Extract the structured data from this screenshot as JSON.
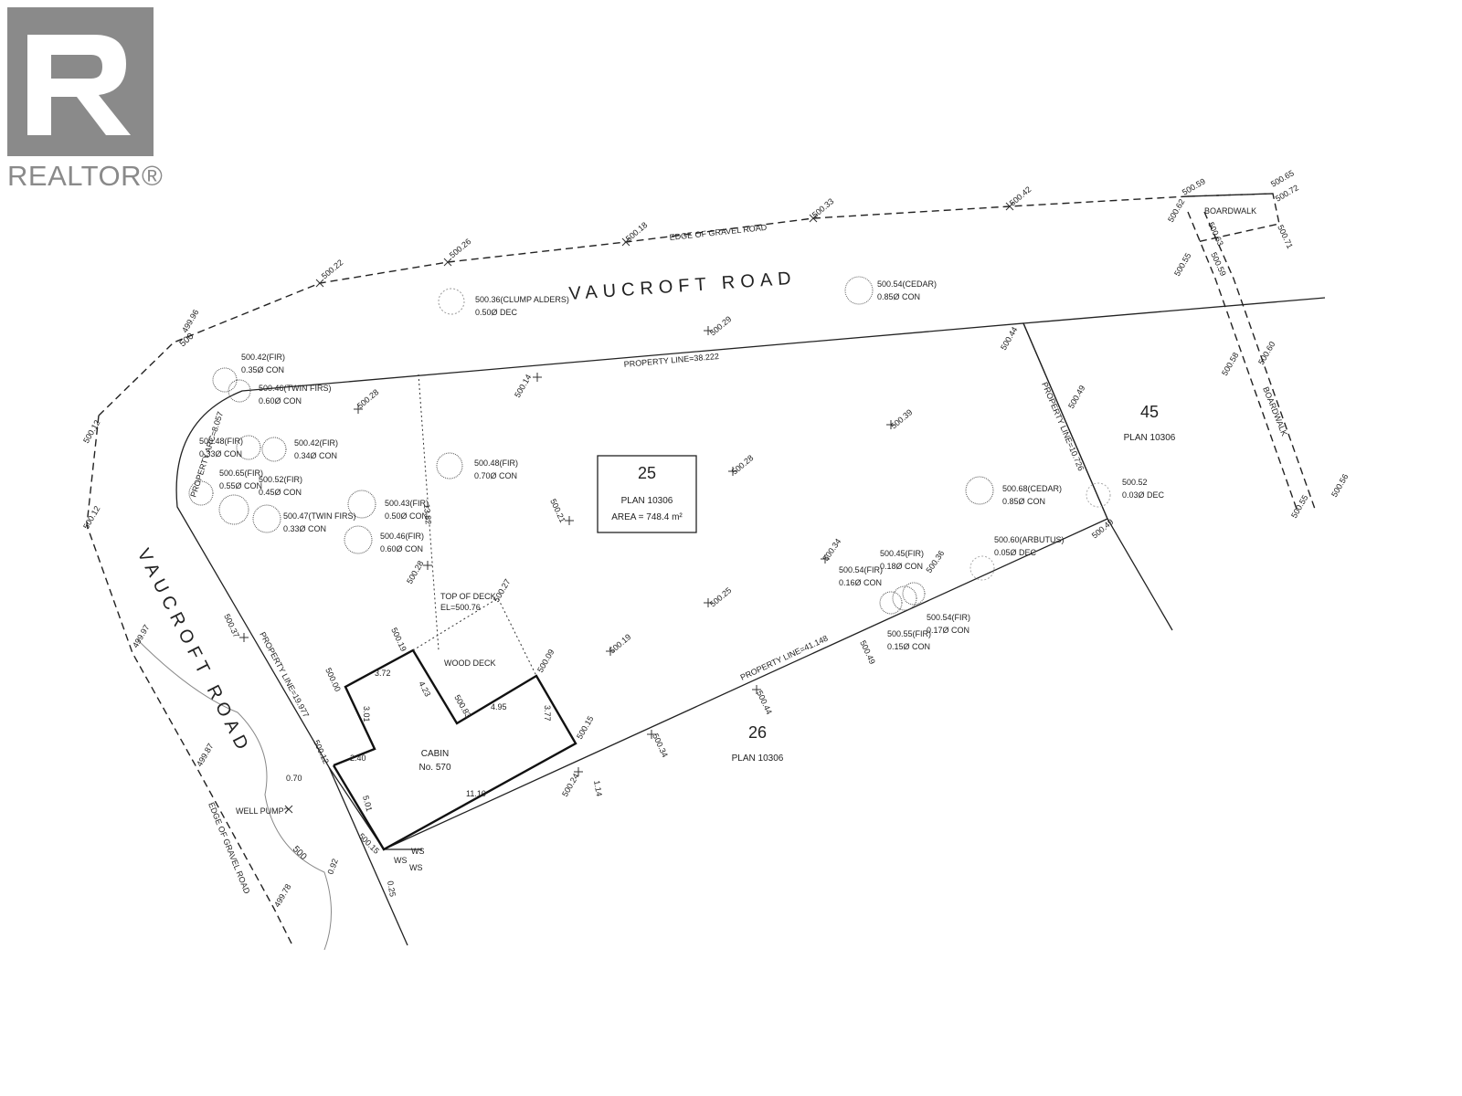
{
  "logo": {
    "text": "REALTOR®"
  },
  "roads": {
    "north": "VAUCROFT ROAD",
    "west": "VAUCROFT ROAD",
    "north_edge": "EDGE OF GRAVEL ROAD",
    "west_edge": "EDGE OF GRAVEL ROAD"
  },
  "lots": {
    "subject": {
      "number": "25",
      "plan": "PLAN 10306",
      "area": "AREA = 748.4 m²"
    },
    "lot45": {
      "number": "45",
      "plan": "PLAN 10306"
    },
    "lot26": {
      "number": "26",
      "plan": "PLAN 10306"
    }
  },
  "property_lines": {
    "north": "PROPERTY LINE=38.222",
    "east": "PROPERTY LINE=10.726",
    "south": "PROPERTY LINE=41.148",
    "west": "PROPERTY LINE=19.977",
    "arc": "PROPERTY ARC=8.057"
  },
  "structures": {
    "cabin": "CABIN",
    "cabin_no": "No. 570",
    "deck": "WOOD DECK",
    "deck_top": "TOP OF DECK",
    "deck_el": "EL=500.76",
    "well": "WELL PUMP?",
    "boardwalk_top": "BOARDWALK",
    "boardwalk_side": "BOARDWALK",
    "ws": "WS"
  },
  "dimensions": [
    "3.72",
    "3.01",
    "4.23",
    "4.95",
    "3.77",
    "2.40",
    "5.01",
    "11.10",
    "0.70",
    "0.92",
    "0.25",
    "1.14",
    "13.82"
  ],
  "contours": [
    "500",
    "500"
  ],
  "trees": [
    {
      "elev": "500.36(CLUMP ALDERS)",
      "size": "0.50Ø DEC"
    },
    {
      "elev": "500.54(CEDAR)",
      "size": "0.85Ø CON"
    },
    {
      "elev": "500.42(FIR)",
      "size": "0.35Ø CON"
    },
    {
      "elev": "500.46(TWIN FIRS)",
      "size": "0.60Ø CON"
    },
    {
      "elev": "500.48(FIR)",
      "size": "0.33Ø CON"
    },
    {
      "elev": "500.42(FIR)",
      "size": "0.34Ø CON"
    },
    {
      "elev": "500.65(FIR)",
      "size": "0.55Ø CON"
    },
    {
      "elev": "500.52(FIR)",
      "size": "0.45Ø CON"
    },
    {
      "elev": "500.47(TWIN FIRS)",
      "size": "0.33Ø CON"
    },
    {
      "elev": "500.43(FIR)",
      "size": "0.50Ø CON"
    },
    {
      "elev": "500.46(FIR)",
      "size": "0.60Ø CON"
    },
    {
      "elev": "500.48(FIR)",
      "size": "0.70Ø CON"
    },
    {
      "elev": "500.68(CEDAR)",
      "size": "0.85Ø CON"
    },
    {
      "elev": "500.52",
      "size": "0.03Ø DEC"
    },
    {
      "elev": "500.60(ARBUTUS)",
      "size": "0.05Ø DEC"
    },
    {
      "elev": "500.45(FIR)",
      "size": "0.18Ø CON"
    },
    {
      "elev": "500.54(FIR)",
      "size": "0.16Ø CON"
    },
    {
      "elev": "500.54(FIR)",
      "size": "0.17Ø CON"
    },
    {
      "elev": "500.55(FIR)",
      "size": "0.15Ø CON"
    }
  ],
  "spot_elevations": [
    "499.96",
    "500.12",
    "500.12",
    "500.22",
    "500.26",
    "500.18",
    "500.33",
    "500.42",
    "500.59",
    "500.65",
    "500.62",
    "500.72",
    "500.63",
    "500.71",
    "500.55",
    "500.59",
    "500.58",
    "500.60",
    "500.55",
    "500.56",
    "500.29",
    "500.44",
    "500.49",
    "500.28",
    "500.14",
    "500.39",
    "500.28",
    "500.21",
    "500.49",
    "500.34",
    "500.36",
    "500.28",
    "500.27",
    "500.25",
    "500.19",
    "500.19",
    "500.00",
    "500.83",
    "500.09",
    "500.15",
    "500.12",
    "500.15",
    "500.24",
    "500.34",
    "500.44",
    "500.49",
    "500.37",
    "499.97",
    "499.87",
    "499.78"
  ]
}
